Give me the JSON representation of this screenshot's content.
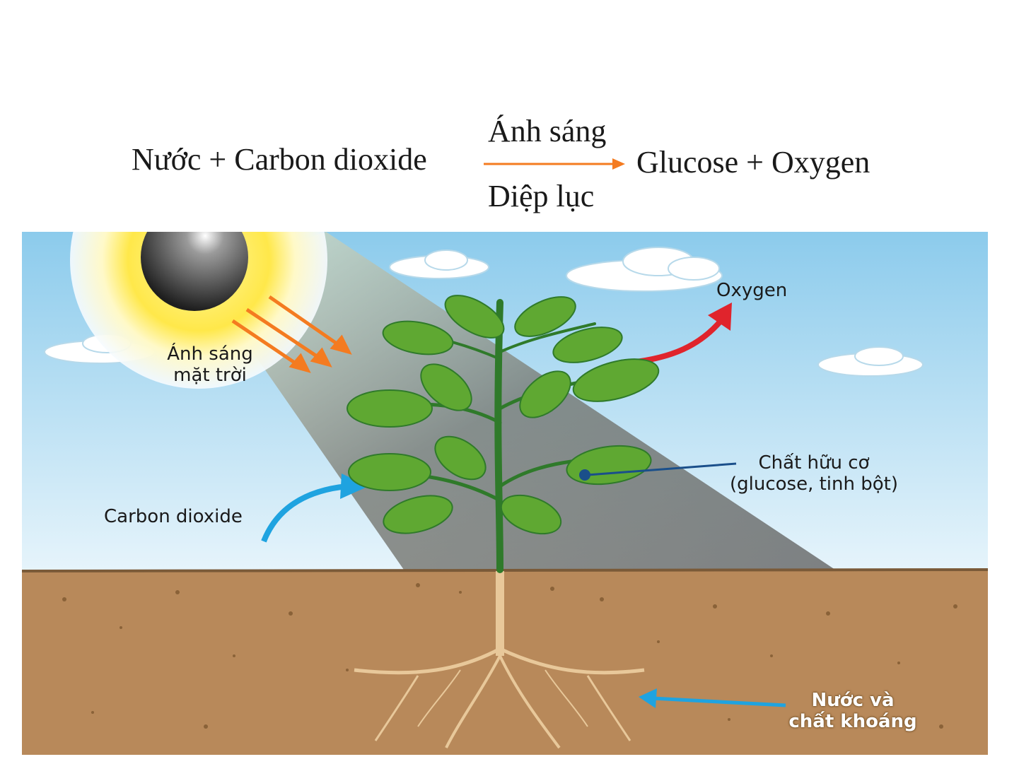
{
  "equation": {
    "reactants": "Nước + Carbon dioxide",
    "products": "Glucose + Oxygen",
    "condition_above": "Ánh sáng",
    "condition_below": "Diệp lục",
    "arrow_color": "#f47b20"
  },
  "diagram": {
    "labels": {
      "sunlight_line1": "Ánh sáng",
      "sunlight_line2": "mặt trời",
      "oxygen": "Oxygen",
      "organic_line1": "Chất hữu cơ",
      "organic_line2": "(glucose, tinh bột)",
      "co2": "Carbon dioxide",
      "water_line1": "Nước và",
      "water_line2": "chất khoáng"
    },
    "colors": {
      "sky": "#a8d8f0",
      "soil": "#b8895a",
      "leaf": "#5fa832",
      "stem": "#2f7a2a",
      "root": "#e8c89a",
      "sun_arrow": "#f47b20",
      "oxygen_arrow": "#e0242c",
      "co2_arrow": "#1fa3e0",
      "water_arrow": "#1fa3e0",
      "organic_pointer": "#1a4f8a"
    }
  }
}
